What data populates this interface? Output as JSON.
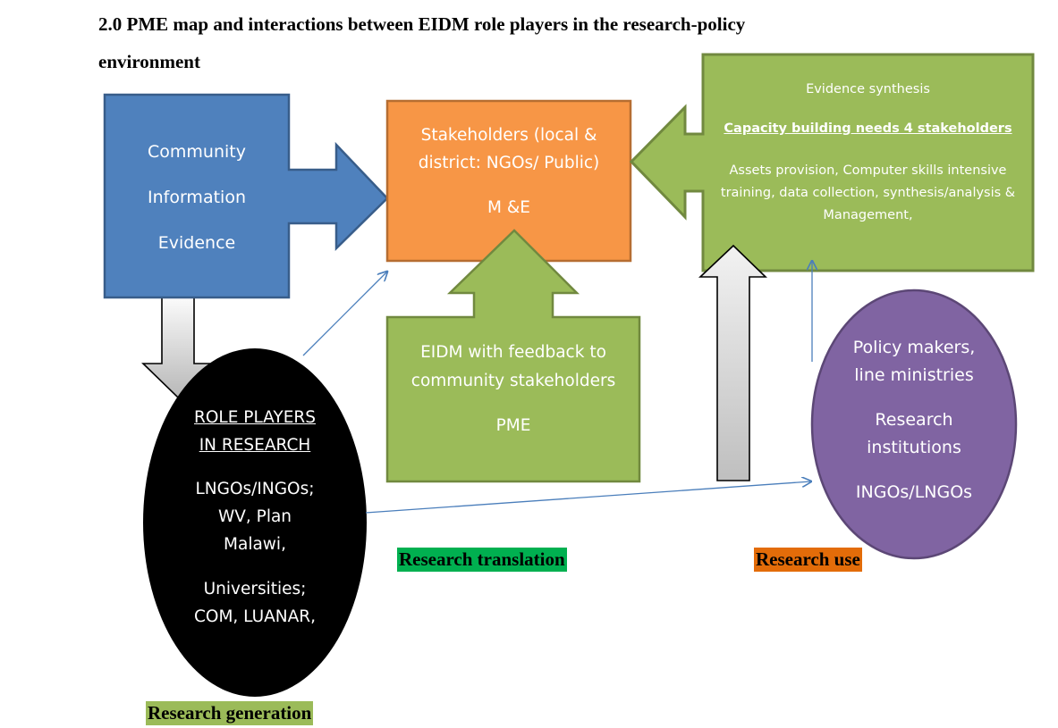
{
  "heading": {
    "line1": "2.0 PME map and interactions between EIDM role players in the research-policy",
    "line2": "environment"
  },
  "colors": {
    "blue": "#4f81bd",
    "orange": "#f79646",
    "green": "#9bbb59",
    "purple": "#8064a2",
    "black": "#000000",
    "connector": "#4a7ebb",
    "caption_generation_bg": "#9bbb59",
    "caption_translation_bg": "#00b050",
    "caption_use_bg": "#e36c09"
  },
  "community_box": {
    "lines": [
      "Community",
      "Information",
      "Evidence"
    ]
  },
  "stakeholders_box": {
    "line1": "Stakeholders (local &",
    "line2": "district: NGOs/ Public)",
    "line3": "M &E"
  },
  "synthesis_box": {
    "title": "Evidence synthesis",
    "subtitle": "Capacity building needs 4 stakeholders",
    "body": "Assets provision, Computer skills intensive training, data collection, synthesis/analysis & Management,"
  },
  "eidm_box": {
    "line1": "EIDM with feedback to",
    "line2": "community stakeholders",
    "line3": "PME"
  },
  "role_players": {
    "title_line1": "ROLE PLAYERS",
    "title_line2": "IN RESEARCH",
    "ngo_line1": "LNGOs/INGOs;",
    "ngo_line2": "WV, Plan",
    "ngo_line3": "Malawi,",
    "uni_line1": "Universities;",
    "uni_line2": "COM, LUANAR,"
  },
  "policy_users": {
    "line1": "Policy makers,",
    "line2": "line ministries",
    "line3": "Research",
    "line4": "institutions",
    "line5": "INGOs/LNGOs"
  },
  "captions": {
    "generation": "Research generation",
    "translation": "Research translation",
    "use": "Research use"
  }
}
